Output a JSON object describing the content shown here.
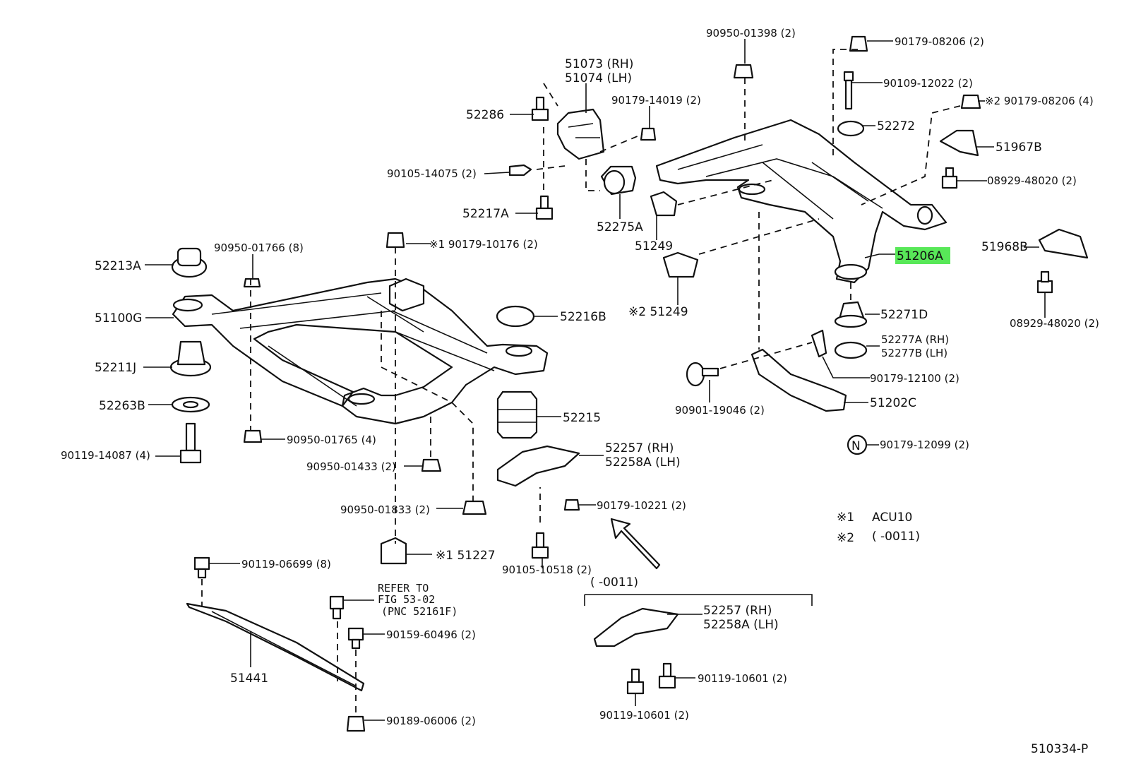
{
  "labels": {
    "p90950_01398": "90950-01398 (2)",
    "p90179_08206a": "90179-08206 (2)",
    "p90109_12022": "90109-12022 (2)",
    "p90179_08206b": "※2 90179-08206 (4)",
    "p51073": "51073 (RH)",
    "p51074": "51074 (LH)",
    "p52286": "52286",
    "p90179_14019": "90179-14019 (2)",
    "p52272": "52272",
    "p51967B": "51967B",
    "p90105_14075": "90105-14075 (2)",
    "p08929_48020a": "08929-48020 (2)",
    "p52217A": "52217A",
    "p52275A": "52275A",
    "p51249": "51249",
    "p51206A": "51206A",
    "p51968B": "51968B",
    "p90950_01766": "90950-01766 (8)",
    "p90179_10176": "※1  90179-10176 (2)",
    "p52213A": "52213A",
    "p51249b": "※2 51249",
    "p52271D": "52271D",
    "p08929_48020b": "08929-48020 (2)",
    "p51100G": "51100G",
    "p52216B": "52216B",
    "p52277A": "52277A (RH)",
    "p52277B": "52277B (LH)",
    "p52211J": "52211J",
    "p90179_12100": "90179-12100 (2)",
    "p52263B": "52263B",
    "p52215": "52215",
    "p90901_19046": "90901-19046 (2)",
    "p51202C": "51202C",
    "p90950_01765": "90950-01765 (4)",
    "p90119_14087": "90119-14087 (4)",
    "p52257a": "52257   (RH)",
    "p52258Aa": "52258A (LH)",
    "p90179_12099": "90179-12099 (2)",
    "p90950_01433": "90950-01433 (2)",
    "p90179_10221": "90179-10221 (2)",
    "p90950_01833": "90950-01833 (2)",
    "p51227": "※1  51227",
    "p90105_10518": "90105-10518 (2)",
    "p90119_06699": "90119-06699 (8)",
    "note_range": "(      -0011)",
    "p52257b": "52257   (RH)",
    "p52258Ab": "52258A (LH)",
    "refer1": "REFER TO",
    "refer2": "FIG 53-02",
    "refer3": "(PNC 52161F)",
    "p90159_60496": "90159-60496 (2)",
    "p51441": "51441",
    "p90119_10601a": "90119-10601 (2)",
    "p90119_10601b": "90119-10601 (2)",
    "p90189_06006": "90189-06006 (2)",
    "n_symbol": "N",
    "legend1_mark": "※1",
    "legend1_text": "ACU10",
    "legend2_mark": "※2",
    "legend2_text": "(       -0011)",
    "figure_code": "510334-P"
  },
  "colors": {
    "highlight": "#58e858",
    "ink": "#111111"
  }
}
